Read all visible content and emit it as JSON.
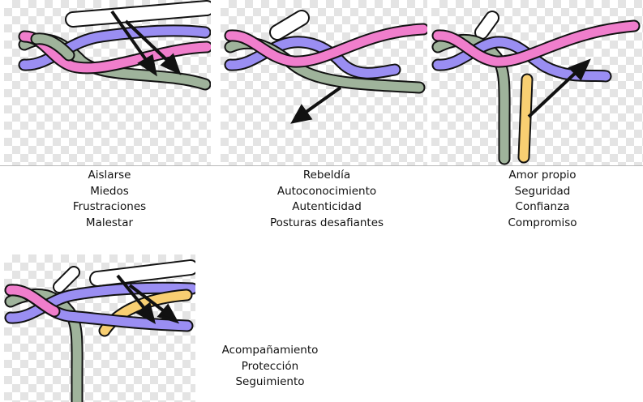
{
  "colors": {
    "pink": "#f07ecc",
    "blue": "#9a8ef2",
    "sage": "#9fb39b",
    "white": "#ffffff",
    "yellow": "#f8cf72",
    "outline": "#111111",
    "checker": "#e4e4e4"
  },
  "stages": [
    {
      "lines": [
        "Aislarse",
        "Miedos",
        "Frustraciones",
        "Malestar"
      ],
      "arrows": "two-arrows-down-right"
    },
    {
      "lines": [
        "Rebeldía",
        "Autoconocimiento",
        "Autenticidad",
        "Posturas desafiantes"
      ],
      "arrows": "arrow-down-left"
    },
    {
      "lines": [
        "Amor propio",
        "Seguridad",
        "Confianza",
        "Compromiso"
      ],
      "arrows": "arrow-up-right"
    },
    {
      "lines": [
        "Acompañamiento",
        "Protección",
        "Seguimiento"
      ],
      "arrows": "two-arrows-down-right"
    }
  ]
}
